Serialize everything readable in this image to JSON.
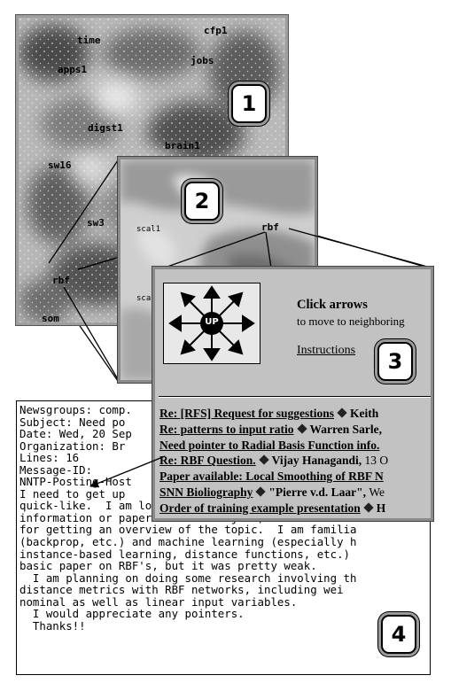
{
  "map": {
    "labels": [
      "time",
      "cfp1",
      "apps1",
      "jobs",
      "digst1",
      "brain1",
      "sw16",
      "sw3",
      "rbf",
      "som"
    ],
    "badge": "1"
  },
  "zoom": {
    "labels": [
      "scal1",
      "rbf",
      "sca"
    ],
    "badge": "2"
  },
  "navigator": {
    "up_label": "UP",
    "click_arrows": "Click arrows",
    "move_text": "to move to neighboring",
    "instructions_link": "Instructions",
    "badge": "3",
    "threads": [
      {
        "subject": "Re: [RFS] Request for suggestions",
        "author": "Keith",
        "date": ""
      },
      {
        "subject": "Re: patterns to input ratio",
        "author": "Warren Sarle,",
        "date": ""
      },
      {
        "subject": "Need pointer to Radial Basis Function info.",
        "author": "",
        "date": ""
      },
      {
        "subject": "Re: RBF Question.",
        "author": "Vijay Hanagandi,",
        "date": "13 O"
      },
      {
        "subject": "Paper available: Local Smoothing of RBF N",
        "author": "",
        "date": ""
      },
      {
        "subject": "SNN Bioliography",
        "author": "\"Pierre v.d. Laar\",",
        "date": "We"
      },
      {
        "subject": "Order of training example presentation",
        "author": "H",
        "date": ""
      }
    ]
  },
  "email": {
    "badge": "4",
    "lines": [
      "Newsgroups: comp.",
      "Subject: Need po",
      "Date: Wed, 20 Sep",
      "Organization: Br",
      "Lines: 16",
      "Message-ID:",
      "NNTP-Posting-Host",
      "",
      "I need to get up",
      "quick-like.  I am looking for www or other internet",
      "information or papers on the subject, and reference",
      "for getting an overview of the topic.  I am familia",
      "(backprop, etc.) and machine learning (especially h",
      "instance-based learning, distance functions, etc.)",
      "basic paper on RBF's, but it was pretty weak.",
      "  I am planning on doing some research involving th",
      "distance metrics with RBF networks, including wei",
      "nominal as well as linear input variables.",
      "  I would appreciate any pointers.",
      "",
      "  Thanks!!"
    ]
  },
  "colors": {
    "panel_border": "#9e9e9e",
    "map_background": "#bdbdbd",
    "navigator_background": "#c2c2c2"
  }
}
